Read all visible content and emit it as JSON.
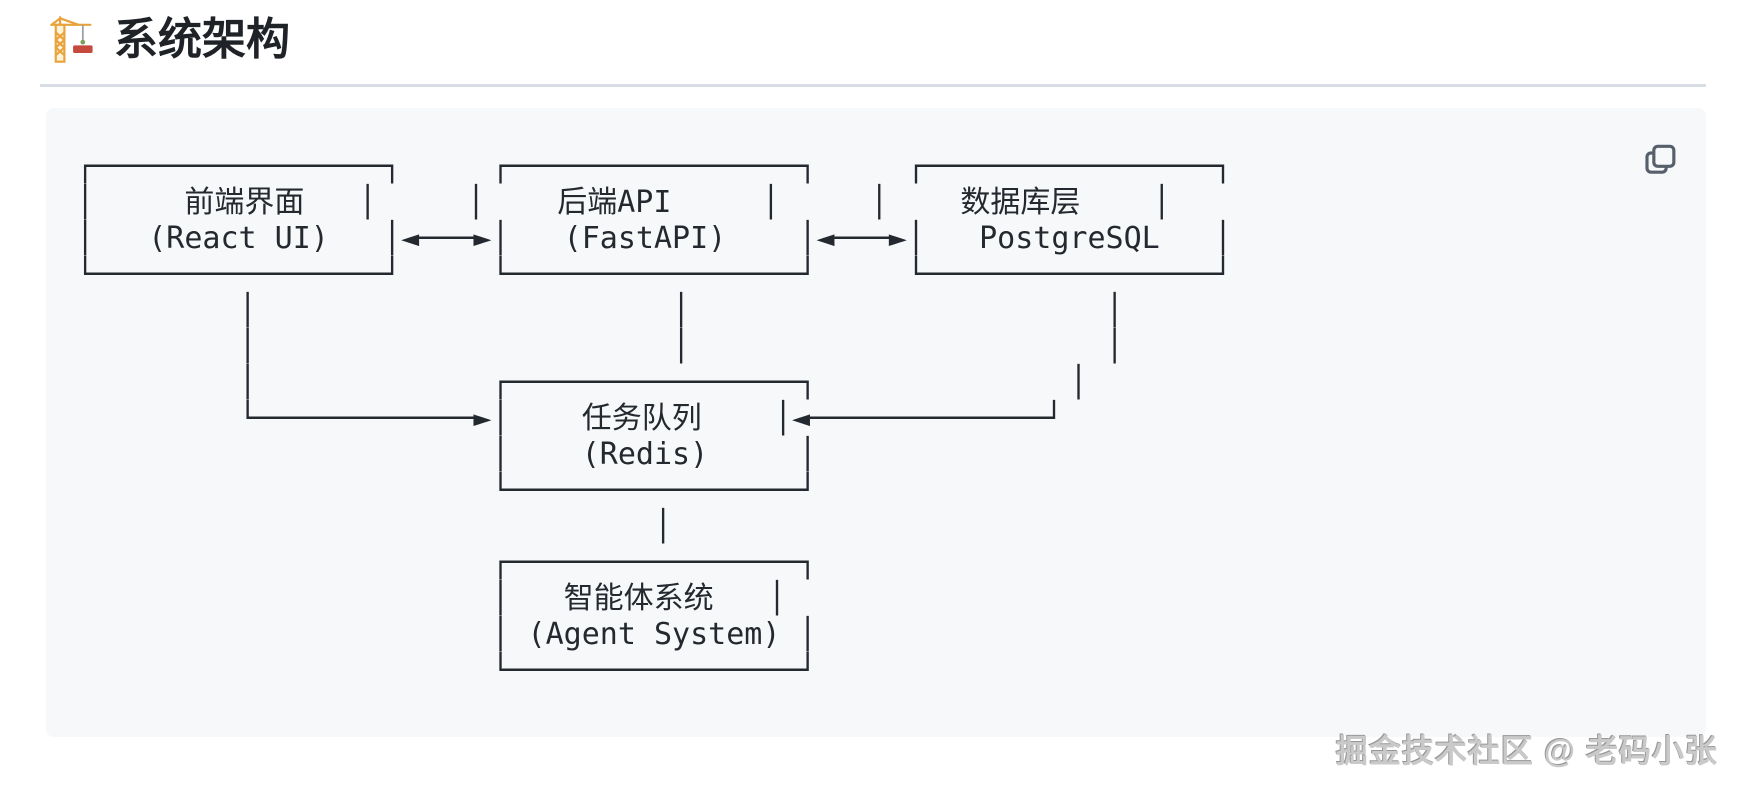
{
  "page": {
    "title": "系统架构",
    "title_icon": "construction-crane-icon"
  },
  "code_block": {
    "copy_button_label": "copy",
    "diagram_text": "┌────────────────┐     ┌────────────────┐     ┌────────────────┐\n│     前端界面   │     │    后端API     │     │    数据库层    │\n│   (React UI)   │◄───►│   (FastAPI)    │◄───►│   PostgreSQL   │\n└────────────────┘     └────────────────┘     └────────────────┘\n         │                       │                       │\n         │                       │                       │\n         │             ┌────────────────┐              │\n         └────────────►│    任务队列    │◄─────────────┘\n                       │    (Redis)     │\n                       └────────────────┘\n                                │\n                       ┌────────────────┐\n                       │   智能体系统   │\n                       │ (Agent System) │\n                       └────────────────┘"
  },
  "diagram": {
    "type": "ascii-architecture",
    "nodes": [
      {
        "id": "frontend",
        "label": "前端界面",
        "sublabel": "(React UI)"
      },
      {
        "id": "backend",
        "label": "后端API",
        "sublabel": "(FastAPI)"
      },
      {
        "id": "database",
        "label": "数据库层",
        "sublabel": "PostgreSQL"
      },
      {
        "id": "queue",
        "label": "任务队列",
        "sublabel": "(Redis)"
      },
      {
        "id": "agent",
        "label": "智能体系统",
        "sublabel": "(Agent System)"
      }
    ],
    "edges": [
      {
        "from": "frontend",
        "to": "backend",
        "type": "bidirectional"
      },
      {
        "from": "backend",
        "to": "database",
        "type": "bidirectional"
      },
      {
        "from": "frontend",
        "to": "queue",
        "type": "directed"
      },
      {
        "from": "backend",
        "to": "queue",
        "type": "directed"
      },
      {
        "from": "database",
        "to": "queue",
        "type": "directed"
      },
      {
        "from": "queue",
        "to": "agent",
        "type": "directed"
      }
    ]
  },
  "watermark": {
    "text": "掘金技术社区 @ 老码小张"
  },
  "colors": {
    "code_block_background": "#f6f8fa",
    "diagram_text": "#24292f",
    "heading_text": "#1f2328",
    "rule": "#d8dee4",
    "copy_icon": "#57606a",
    "watermark_text": "#c9c9c9",
    "crane_yellow": "#e8a33d",
    "crane_load_red": "#c5493d"
  }
}
